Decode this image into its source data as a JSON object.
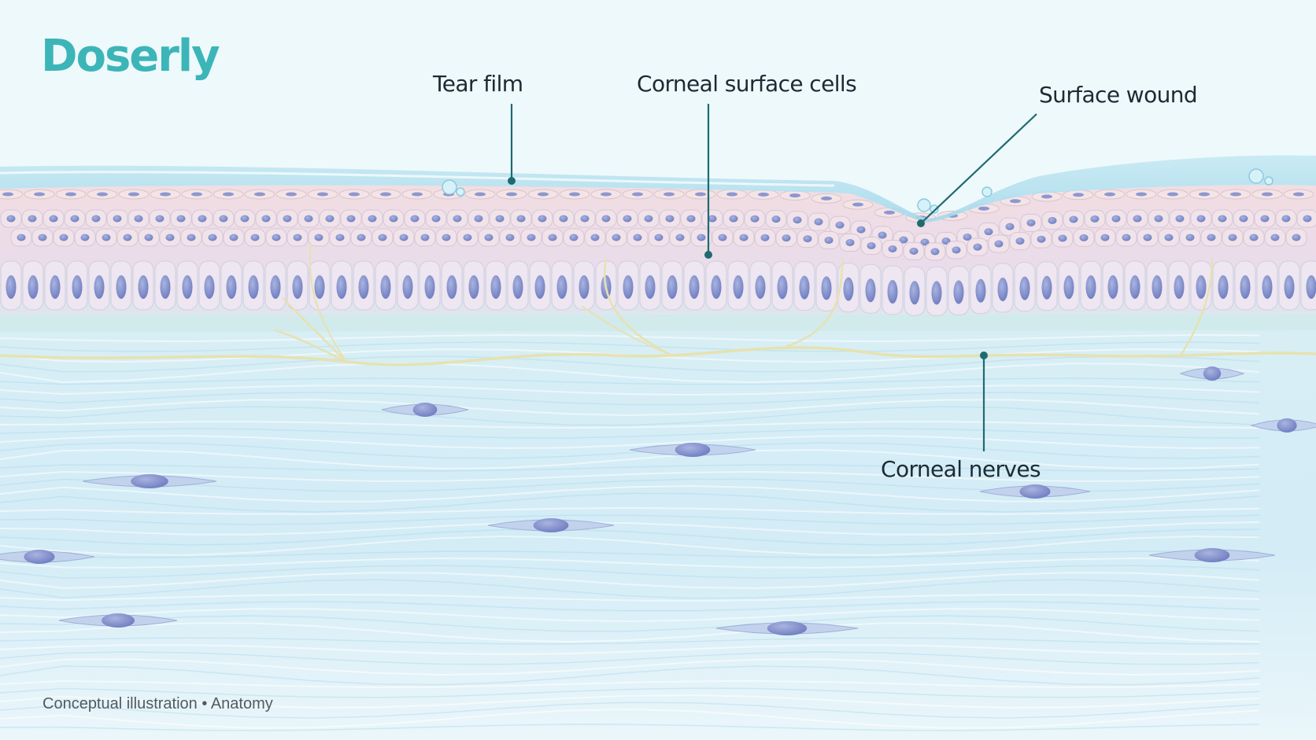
{
  "brand": {
    "name": "Doserly",
    "color": "#3cb5b8"
  },
  "callouts": {
    "tear_film": "Tear film",
    "surface_cells": "Corneal surface cells",
    "surface_wound": "Surface wound",
    "nerves": "Corneal nerves"
  },
  "caption": {
    "type": "Conceptual illustration",
    "separator": "•",
    "category": "Anatomy"
  },
  "palette": {
    "background": "#eef9fb",
    "tear_film": "#9fd6e8",
    "epithelium": "#f3dde0",
    "nuclei": "#7e8cc8",
    "stroma": "#d6eef7",
    "nerves": "#e9e6b8",
    "leader": "#1f6a70"
  }
}
